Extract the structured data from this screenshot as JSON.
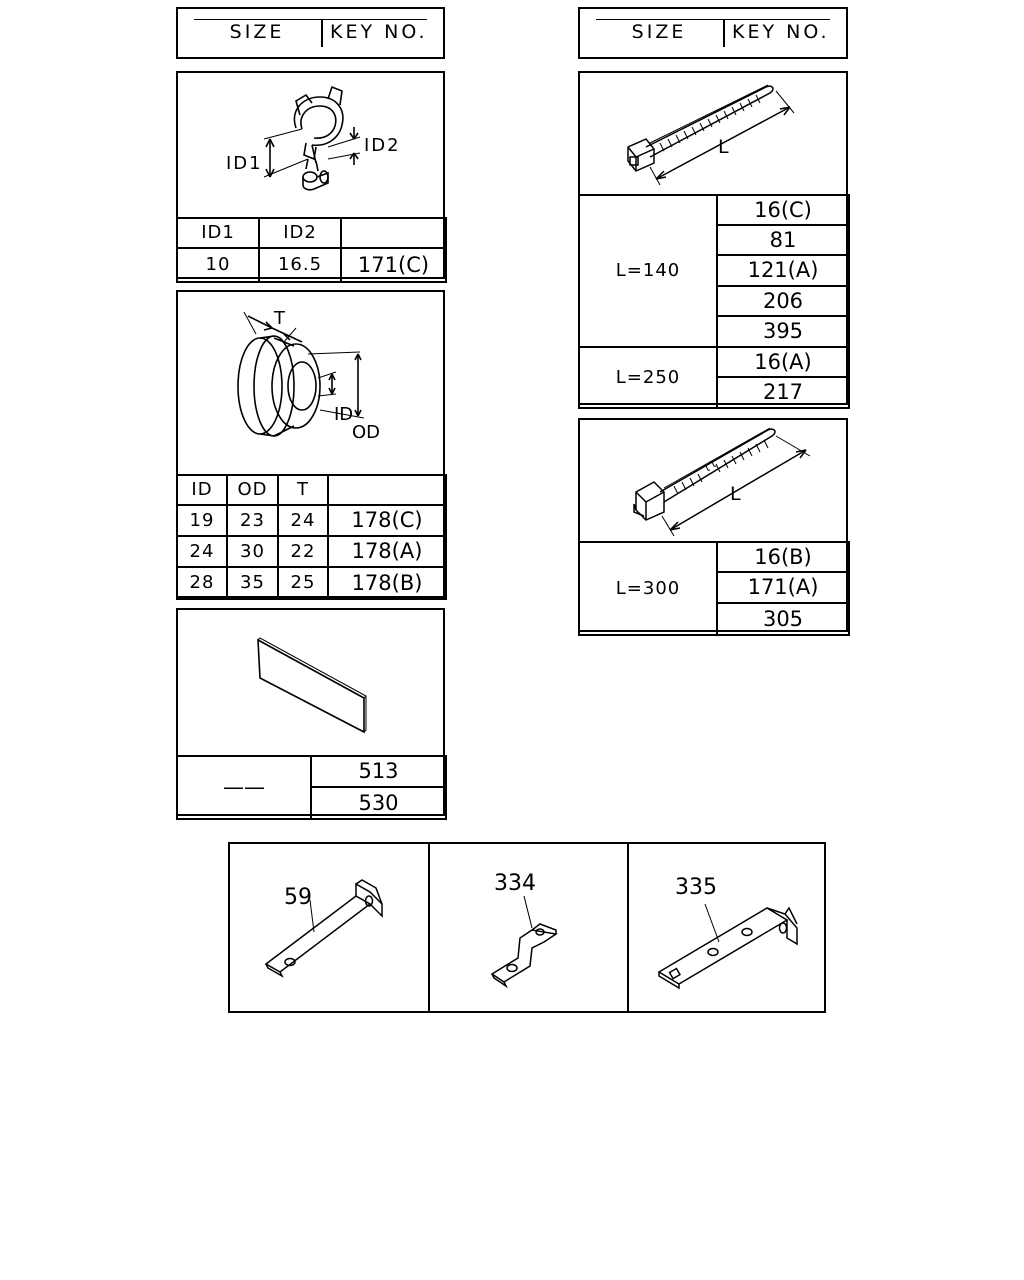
{
  "headers": {
    "left": {
      "size": "SIZE",
      "key": "KEY NO."
    },
    "right": {
      "size": "SIZE",
      "key": "KEY NO."
    }
  },
  "clip": {
    "dims": {
      "id1": "ID1",
      "id2": "ID2"
    },
    "columns": [
      "ID1",
      "ID2",
      ""
    ],
    "row": {
      "id1": "10",
      "id2": "16.5",
      "key": "171(C)"
    }
  },
  "grommet": {
    "dims": {
      "t": "T",
      "id": "ID",
      "od": "OD"
    },
    "columns": [
      "ID",
      "OD",
      "T",
      ""
    ],
    "rows": [
      {
        "id": "19",
        "od": "23",
        "t": "24",
        "key": "178(C)"
      },
      {
        "id": "24",
        "od": "30",
        "t": "22",
        "key": "178(A)"
      },
      {
        "id": "28",
        "od": "35",
        "t": "25",
        "key": "178(B)"
      }
    ]
  },
  "pad": {
    "size": "——",
    "keys": [
      "513",
      "530"
    ]
  },
  "tie_a": {
    "dim": "L",
    "groups": [
      {
        "size": "L=140",
        "keys": [
          "16(C)",
          "81",
          "121(A)",
          "206",
          "395"
        ]
      },
      {
        "size": "L=250",
        "keys": [
          "16(A)",
          "217"
        ]
      }
    ]
  },
  "tie_b": {
    "dim": "L",
    "groups": [
      {
        "size": "L=300",
        "keys": [
          "16(B)",
          "171(A)",
          "305"
        ]
      }
    ]
  },
  "brackets": [
    {
      "key": "59",
      "icon": "l-bracket-icon"
    },
    {
      "key": "334",
      "icon": "offset-bracket-icon"
    },
    {
      "key": "335",
      "icon": "long-l-bracket-icon"
    }
  ]
}
